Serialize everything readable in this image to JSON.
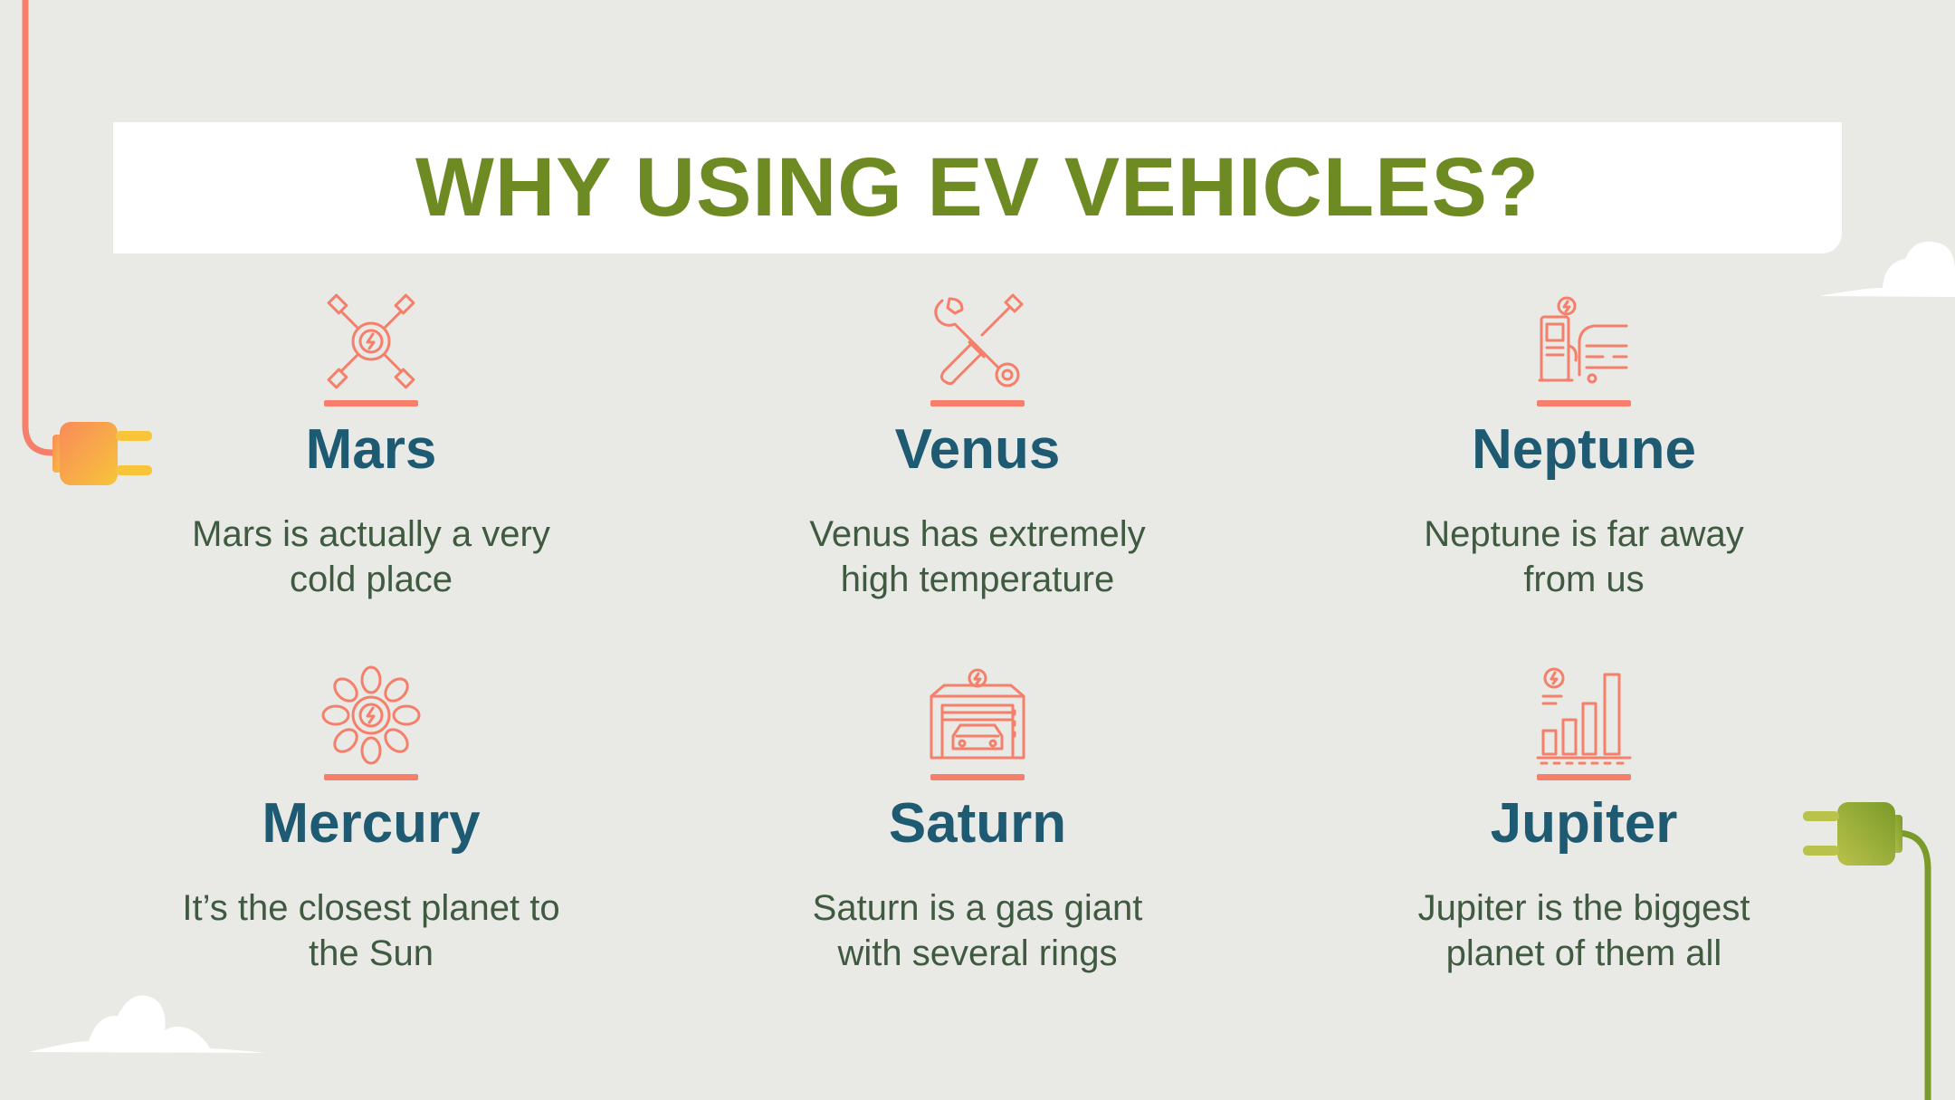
{
  "title": "WHY USING EV VEHICLES?",
  "colors": {
    "background": "#e9eae5",
    "title": "#6e8b23",
    "heading": "#1e5b73",
    "text": "#3f5a40",
    "accent": "#f57f6a"
  },
  "items": [
    {
      "name": "Mars",
      "desc": "Mars is actually a very cold place",
      "icon": "plug-connectors-icon"
    },
    {
      "name": "Venus",
      "desc": "Venus has extremely high temperature",
      "icon": "wrench-screwdriver-icon"
    },
    {
      "name": "Neptune",
      "desc": "Neptune is far away from us",
      "icon": "charging-station-car-icon"
    },
    {
      "name": "Mercury",
      "desc": "It’s the closest planet to the Sun",
      "icon": "energy-sunflower-icon"
    },
    {
      "name": "Saturn",
      "desc": "Saturn is a gas giant with several rings",
      "icon": "garage-car-icon"
    },
    {
      "name": "Jupiter",
      "desc": "Jupiter is the biggest planet of them all",
      "icon": "energy-chart-icon"
    }
  ]
}
